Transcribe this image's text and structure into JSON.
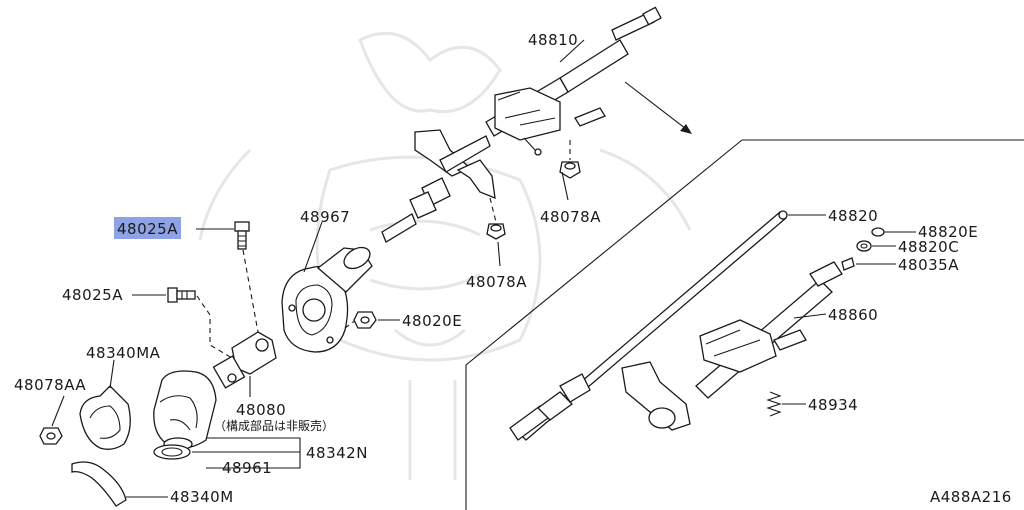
{
  "diagram": {
    "code": "A488A216",
    "note": "（構成部品は非販売）",
    "highlight_color": "#8fa2e6",
    "parts": {
      "p48810": "48810",
      "p48078A_top": "48078A",
      "p48078A_mid": "48078A",
      "p48967": "48967",
      "p48025A_top": "48025A",
      "p48025A_mid": "48025A",
      "p48020E": "48020E",
      "p48340MA": "48340MA",
      "p48078AA": "48078AA",
      "p48080": "48080",
      "p48961": "48961",
      "p48342N": "48342N",
      "p48340M": "48340M",
      "p48820": "48820",
      "p48820E": "48820E",
      "p48820C": "48820C",
      "p48035A": "48035A",
      "p48860": "48860",
      "p48934": "48934"
    }
  }
}
